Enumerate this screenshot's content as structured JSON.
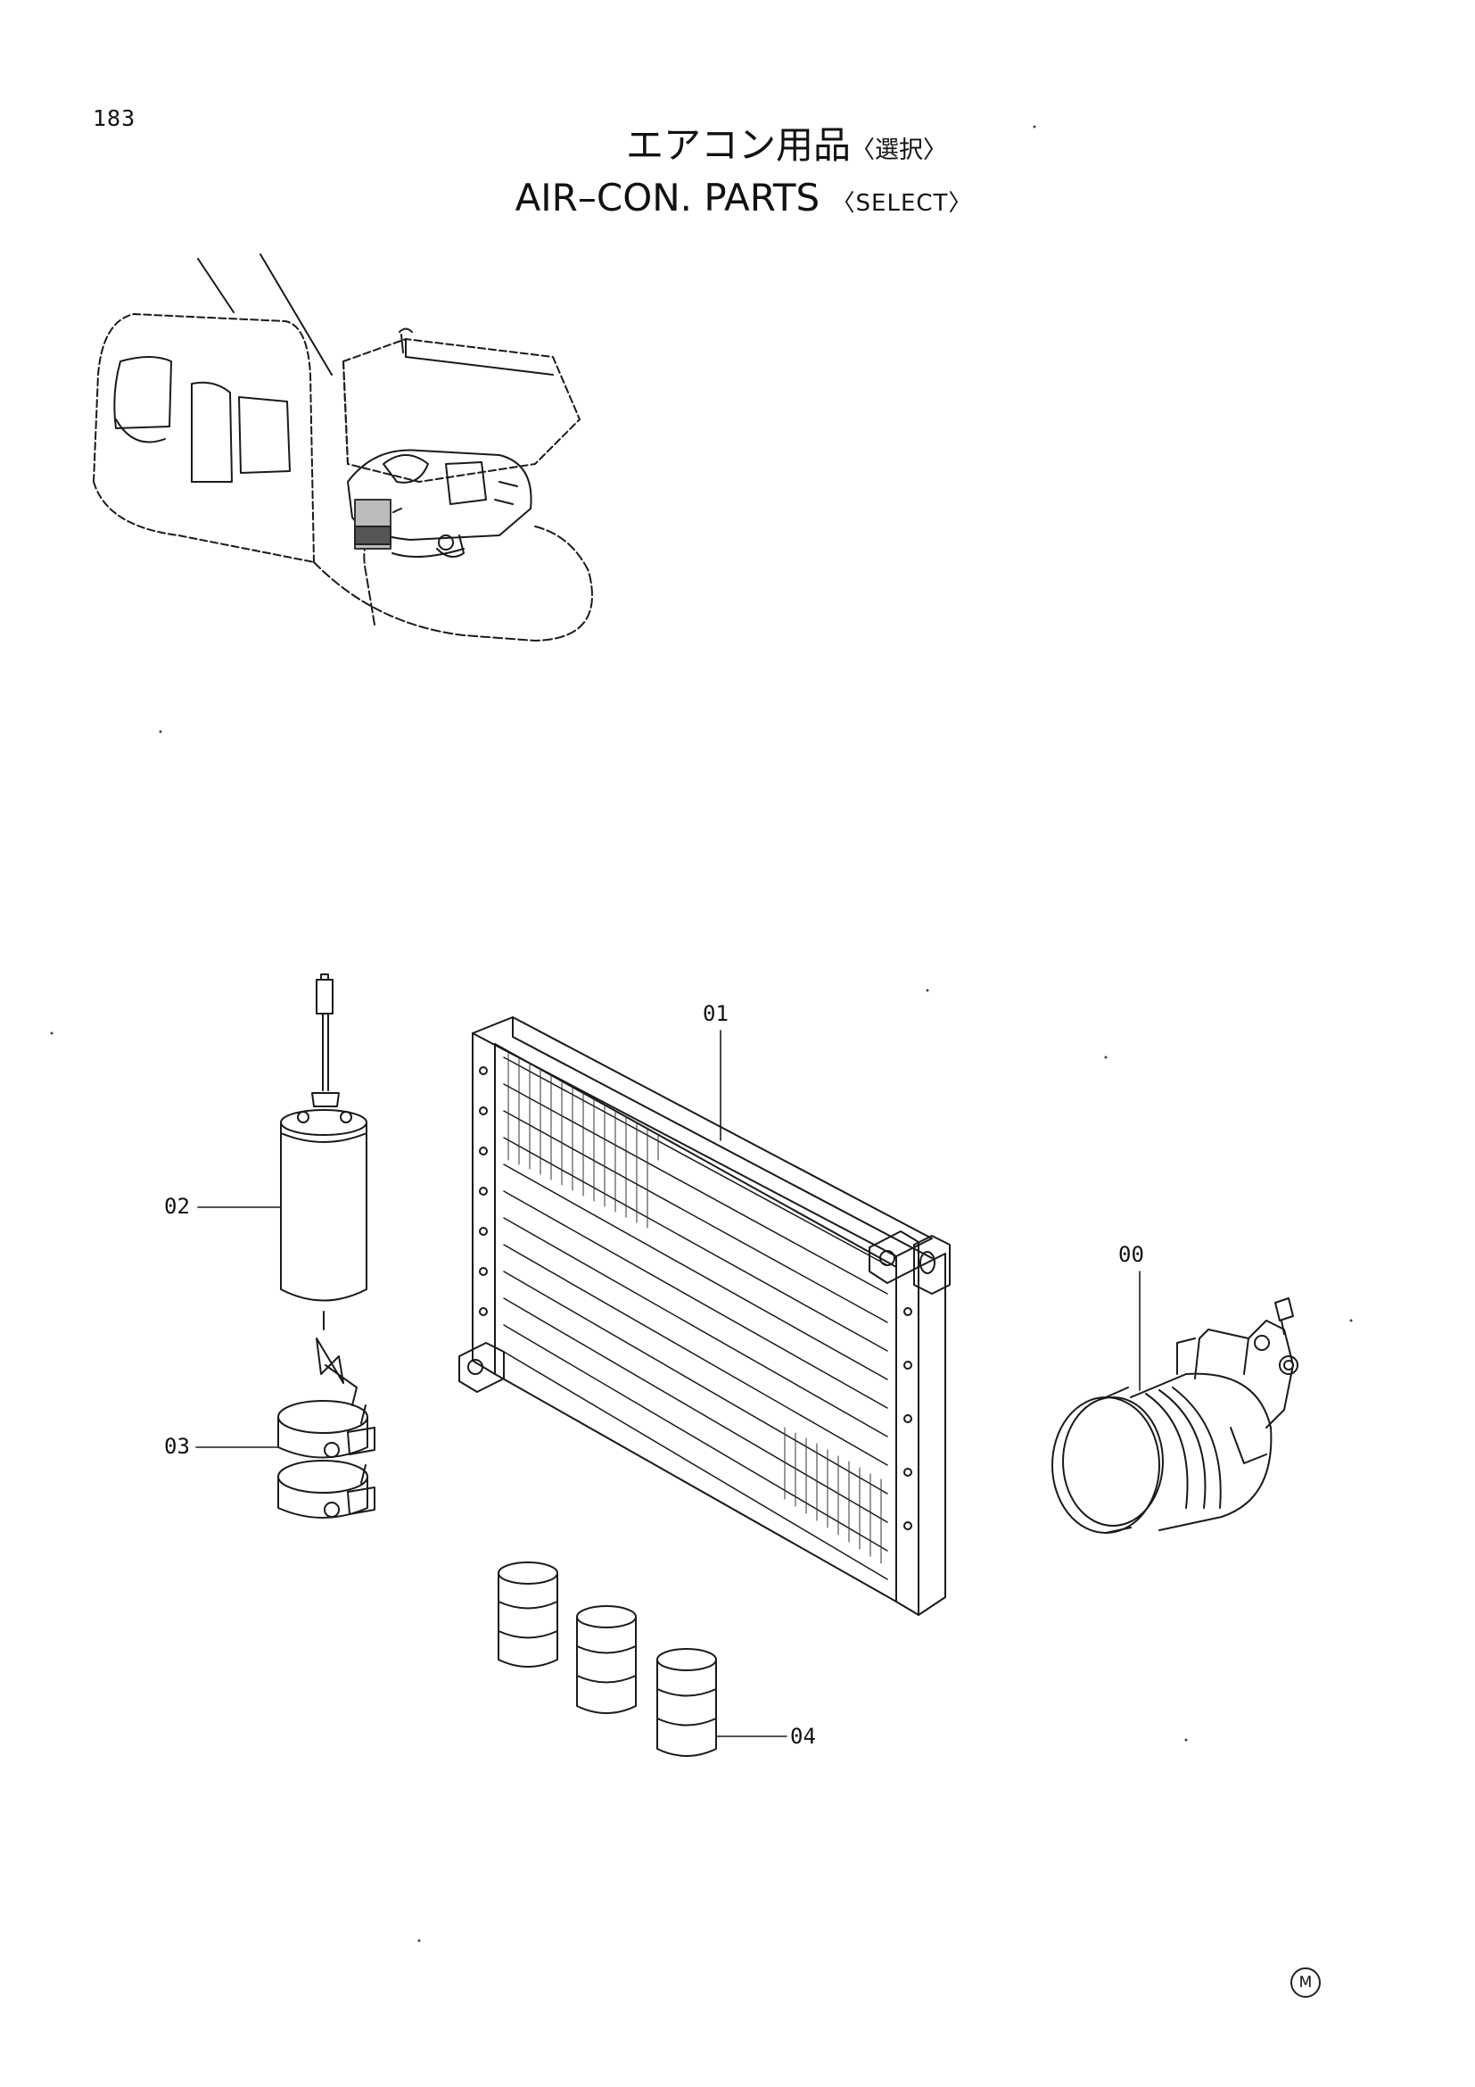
{
  "page_number": "183",
  "title": {
    "japanese": "エアコン用品",
    "japanese_select": "〈選択〉",
    "english": "AIR–CON. PARTS",
    "english_select": "〈SELECT〉"
  },
  "callouts": [
    {
      "id": "00",
      "part": "compressor"
    },
    {
      "id": "01",
      "part": "condenser"
    },
    {
      "id": "02",
      "part": "receiver-drier"
    },
    {
      "id": "03",
      "part": "clamp"
    },
    {
      "id": "04",
      "part": "refrigerant-cans"
    }
  ],
  "corner_mark": "M"
}
